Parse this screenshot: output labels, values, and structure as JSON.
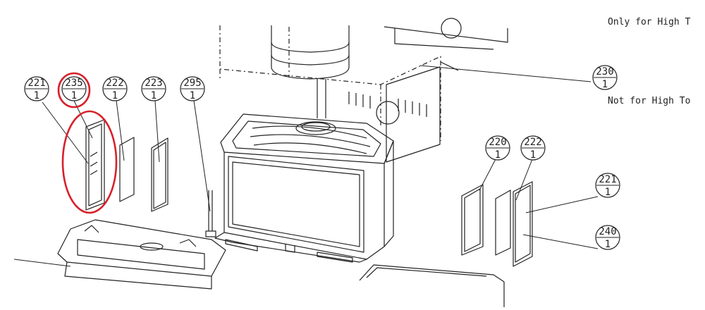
{
  "notes": {
    "top": "Only for High T",
    "middle": "Not for High To"
  },
  "balloons": [
    {
      "id": "b221L",
      "part": "221",
      "qty": "1"
    },
    {
      "id": "b235",
      "part": "235",
      "qty": "1"
    },
    {
      "id": "b222L",
      "part": "222",
      "qty": "1"
    },
    {
      "id": "b223",
      "part": "223",
      "qty": "1"
    },
    {
      "id": "b295",
      "part": "295",
      "qty": "1"
    },
    {
      "id": "b230",
      "part": "230",
      "qty": "1"
    },
    {
      "id": "b220",
      "part": "220",
      "qty": "1"
    },
    {
      "id": "b222R",
      "part": "222",
      "qty": "1"
    },
    {
      "id": "b221R",
      "part": "221",
      "qty": "1"
    },
    {
      "id": "b240",
      "part": "240",
      "qty": "1"
    }
  ],
  "colors": {
    "line": "#222222",
    "highlight": "#d8202a",
    "background": "#ffffff"
  }
}
